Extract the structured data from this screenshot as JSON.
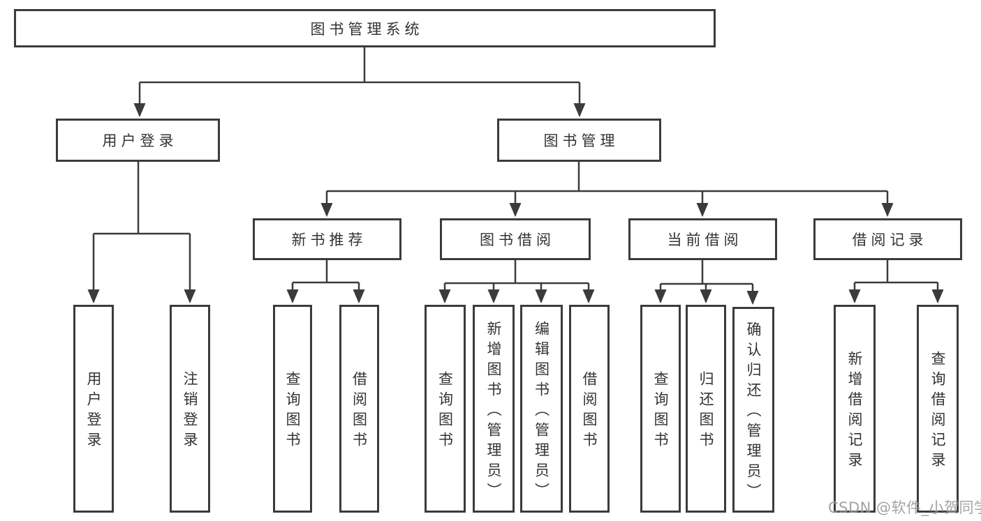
{
  "colors": {
    "line": "#3b3b3b",
    "text": "#333333",
    "background": "#ffffff",
    "watermark": "#8f8f8f"
  },
  "watermark": "CSDN @软件_小贺同学",
  "tree": {
    "label": "图书管理系统",
    "children": [
      {
        "label": "用户登录",
        "children": [
          {
            "label": "用户登录"
          },
          {
            "label": "注销登录"
          }
        ]
      },
      {
        "label": "图书管理",
        "children": [
          {
            "label": "新书推荐",
            "children": [
              {
                "label": "查询图书"
              },
              {
                "label": "借阅图书"
              }
            ]
          },
          {
            "label": "图书借阅",
            "children": [
              {
                "label": "查询图书"
              },
              {
                "label": "新增图书（管理员）"
              },
              {
                "label": "编辑图书（管理员）"
              },
              {
                "label": "借阅图书"
              }
            ]
          },
          {
            "label": "当前借阅",
            "children": [
              {
                "label": "查询图书"
              },
              {
                "label": "归还图书"
              },
              {
                "label": "确认归还（管理员）"
              }
            ]
          },
          {
            "label": "借阅记录",
            "children": [
              {
                "label": "新增借阅记录"
              },
              {
                "label": "查询借阅记录"
              }
            ]
          }
        ]
      }
    ]
  }
}
